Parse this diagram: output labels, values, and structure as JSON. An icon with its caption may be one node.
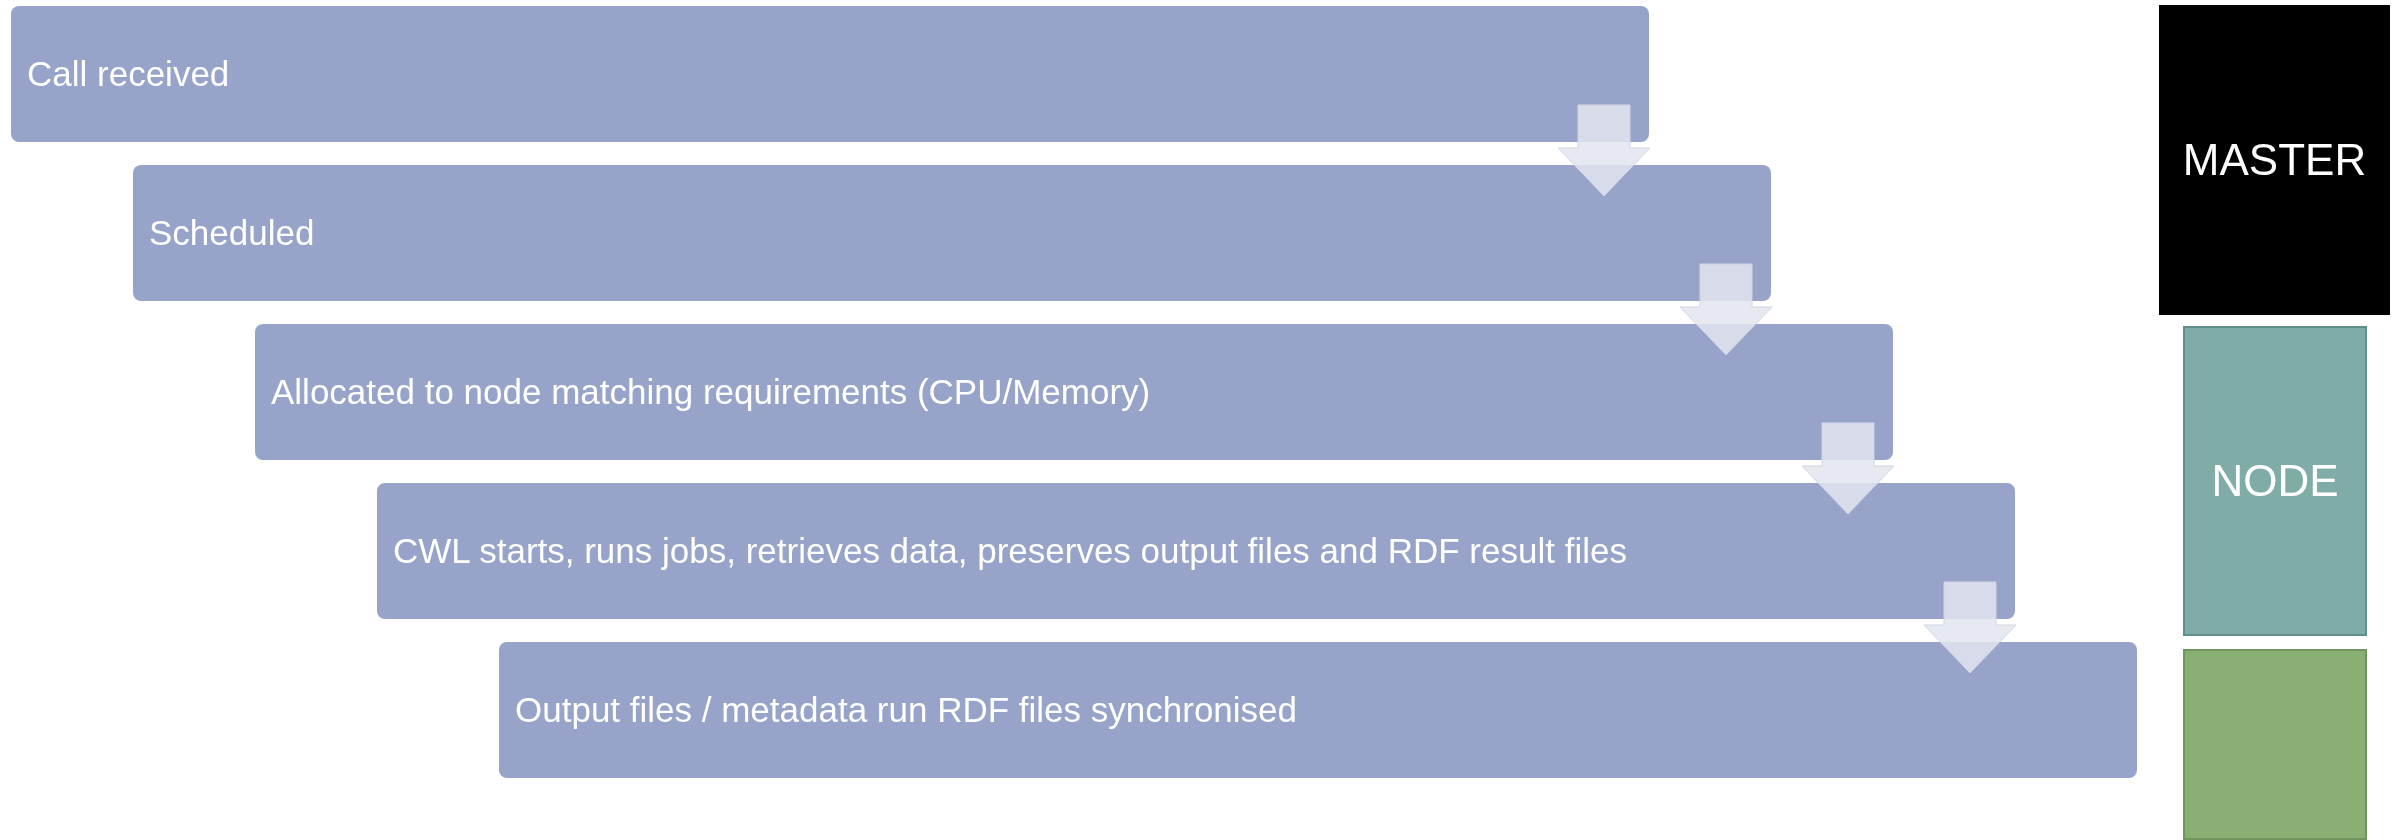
{
  "diagram": {
    "nodes": [
      {
        "text": [
          "Call received"
        ]
      },
      {
        "text": [
          "Scheduled"
        ]
      },
      {
        "text": [
          "Allocated to node matching requirements (CPU/Memory)"
        ]
      },
      {
        "text": [
          "CWL starts, runs jobs, retrieves data, preserves output files and RDF result files"
        ]
      },
      {
        "text": [
          "Output files / metadata run RDF files synchronised"
        ]
      },
      {
        "text": [
          "MASTER"
        ]
      },
      {
        "text": [
          "NODE"
        ]
      },
      {
        "text": [],
        "shape": "box"
      }
    ],
    "edges": [
      {
        "from": 0,
        "to": 1,
        "arrow": "to"
      },
      {
        "from": 1,
        "to": 2,
        "arrow": "to"
      },
      {
        "from": 2,
        "to": 3,
        "arrow": "to"
      },
      {
        "from": 3,
        "to": 4,
        "arrow": "to"
      }
    ]
  }
}
